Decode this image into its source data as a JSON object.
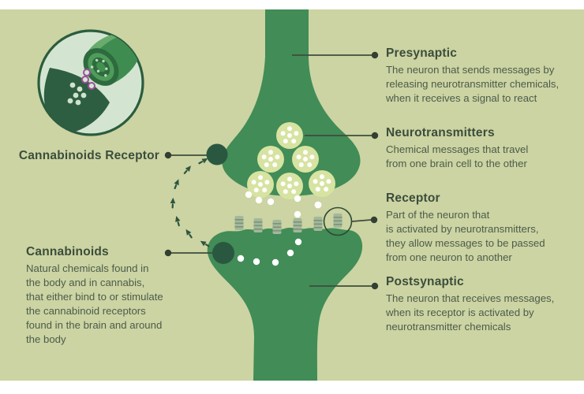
{
  "colors": {
    "background_panel": "#cbd4a2",
    "neuron_green": "#418c57",
    "dark_green": "#2b5c3e",
    "receptor_dark": "#2a5740",
    "vesicle_fill": "#d7e3a1",
    "callout_line": "#3f4c3c",
    "heading_text": "#3c4c3c",
    "body_text": "#4d5b4b",
    "inset_background": "#d3e5d1",
    "peg_fill": "#a3b79c",
    "purple_ring": "#9c4f9b"
  },
  "labels": {
    "presynaptic": {
      "title": "Presynaptic",
      "body": "The neuron that sends messages by\nreleasing neurotransmitter chemicals,\nwhen it receives a signal to react"
    },
    "neurotransmitters": {
      "title": "Neurotransmitters",
      "body": "Chemical messages that travel\nfrom one brain cell to the other"
    },
    "receptor": {
      "title": "Receptor",
      "body": "Part of the neuron that\nis activated by neurotransmitters,\nthey allow messages to be passed\nfrom one neuron to another"
    },
    "postsynaptic": {
      "title": "Postsynaptic",
      "body": "The neuron that receives messages,\nwhen its receptor is activated by\nneurotransmitter chemicals"
    },
    "cannabinoids_receptor": {
      "title": "Cannabinoids Receptor"
    },
    "cannabinoids": {
      "title": "Cannabinoids",
      "body": "Natural chemicals found in\nthe body and in cannabis,\nthat either bind to or stimulate\nthe cannabinoid receptors\nfound in the brain and around\nthe body"
    }
  }
}
